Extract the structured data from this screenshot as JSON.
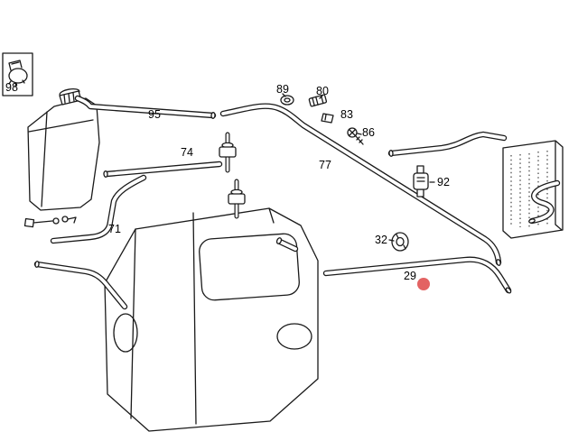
{
  "diagram": {
    "background": "#ffffff",
    "line_color": "#1a1a1a",
    "highlight": {
      "part": "29",
      "color": "#e05252"
    },
    "parts": [
      "98",
      "95",
      "74",
      "71",
      "89",
      "80",
      "83",
      "86",
      "77",
      "92",
      "32",
      "29"
    ]
  }
}
